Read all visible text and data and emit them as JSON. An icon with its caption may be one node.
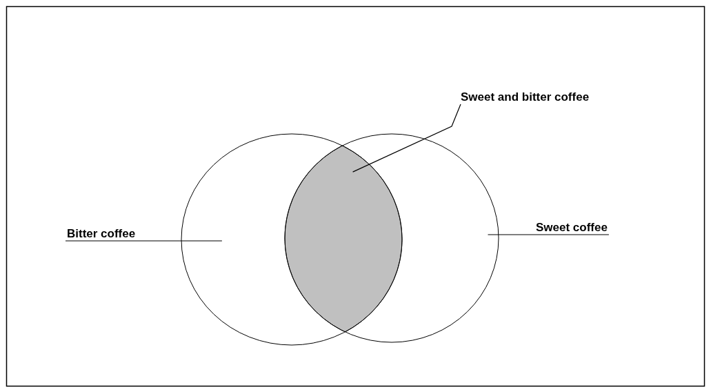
{
  "diagram": {
    "nodes": [
      {
        "text": [
          "Sweet and bitter coffee"
        ]
      },
      {
        "text": [],
        "shape": "circle"
      },
      {
        "text": [],
        "shape": "circle"
      },
      {
        "text": [],
        "shape": "lens"
      },
      {
        "text": [
          "Bitter coffee"
        ]
      },
      {
        "text": [
          "Sweet coffee"
        ]
      }
    ],
    "edges": [
      {
        "from": 0,
        "to": 3,
        "arrow": "none"
      },
      {
        "from": 4,
        "to": 1,
        "arrow": "none"
      },
      {
        "from": 5,
        "to": 2,
        "arrow": "none"
      }
    ]
  }
}
